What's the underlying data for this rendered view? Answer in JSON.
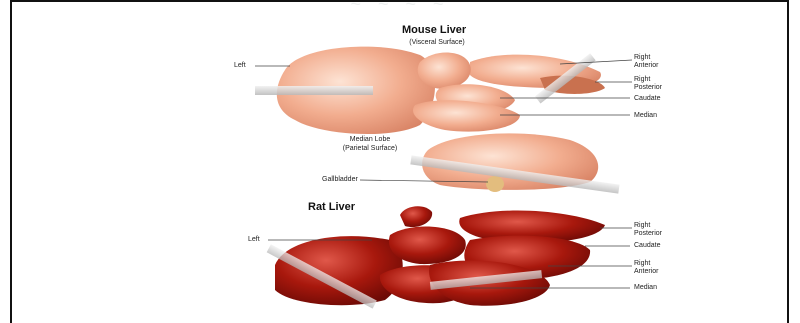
{
  "mouse": {
    "title": "Mouse Liver",
    "subtitle": "(Visceral Surface)",
    "labels": {
      "left": "Left",
      "right_anterior": "Right\nAnterior",
      "right_posterior": "Right\nPosterior",
      "caudate": "Caudate",
      "median": "Median"
    },
    "median_lobe_caption": "Median Lobe\n(Parietal Surface)",
    "gallbladder": "Gallbladder"
  },
  "rat": {
    "title": "Rat Liver",
    "labels": {
      "left": "Left",
      "right_posterior": "Right\nPosterior",
      "caudate": "Caudate",
      "right_anterior": "Right\nAnterior",
      "median": "Median"
    }
  },
  "colors": {
    "mouse_tissue": "#f0a889",
    "mouse_highlight": "#fbd9c8",
    "rat_tissue": "#a3150c",
    "rat_highlight": "#d9574a",
    "gallbladder": "#e3bd7e"
  }
}
